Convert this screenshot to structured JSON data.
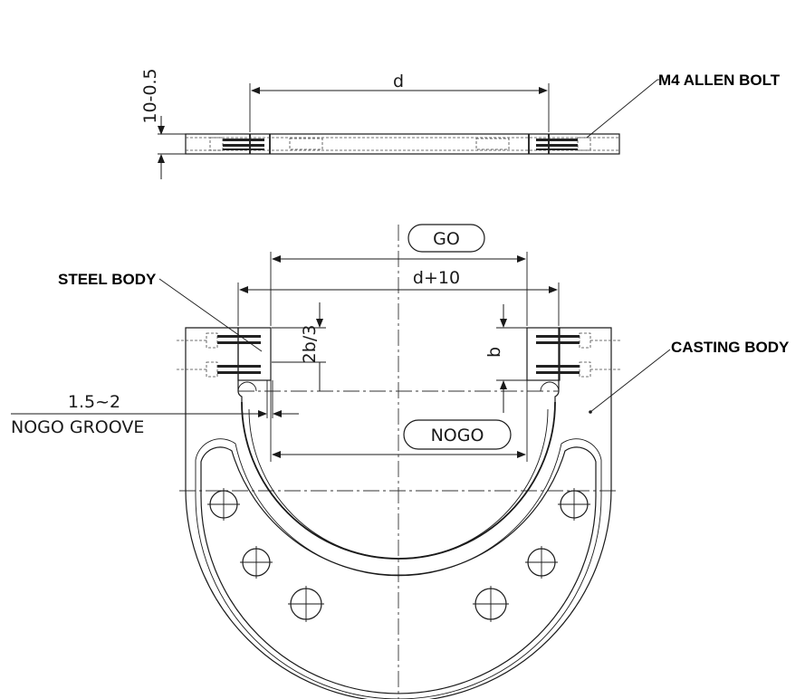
{
  "dimensions": {
    "top_width": "d",
    "top_thickness": "10-0.5",
    "go_width": "d+10",
    "b_height": "2b/3",
    "b_depth": "b",
    "groove_size": "1.5~2"
  },
  "badges": {
    "go": "GO",
    "nogo": "NOGO"
  },
  "callouts": {
    "bolt": "M4 ALLEN BOLT",
    "steel_body": "STEEL BODY",
    "casting_body": "CASTING BODY",
    "groove": "NOGO GROOVE"
  }
}
